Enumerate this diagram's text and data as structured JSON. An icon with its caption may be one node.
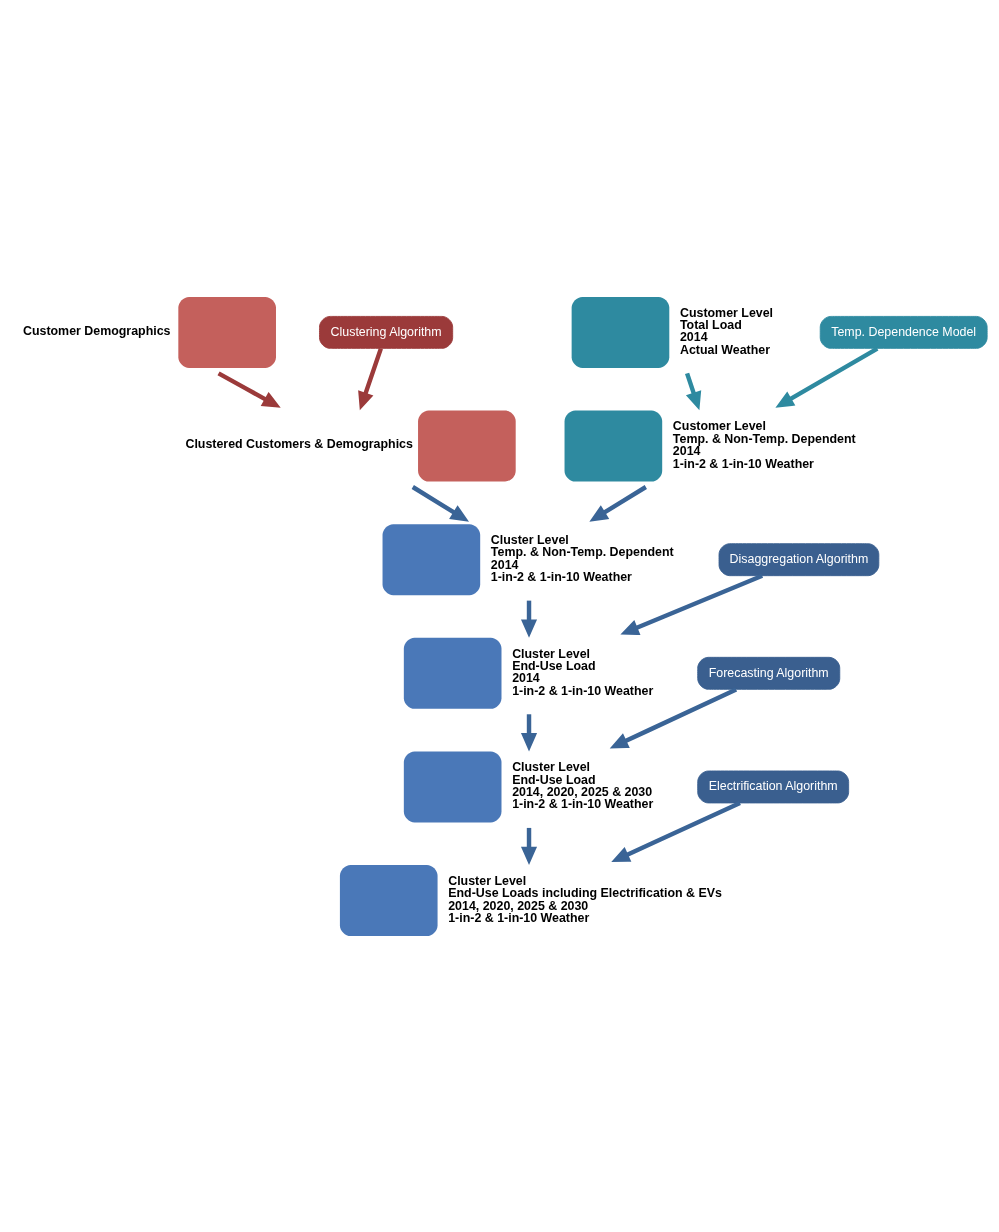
{
  "diagram": {
    "nodes": [
      {
        "text": [],
        "shape": "box",
        "beside": [
          "Customer Demographics"
        ]
      },
      {
        "text": [
          "Clustering Algorithm"
        ]
      },
      {
        "text": [],
        "shape": "box",
        "beside": [
          "Clustered Customers & Demographics"
        ]
      },
      {
        "text": [],
        "shape": "box",
        "beside": [
          "Customer Level",
          "Total Load",
          "2014",
          "Actual Weather"
        ]
      },
      {
        "text": [
          "Temp. Dependence Model"
        ]
      },
      {
        "text": [],
        "shape": "box",
        "beside": [
          "Customer Level",
          "Temp. & Non-Temp. Dependent",
          "2014",
          "1-in-2 & 1-in-10 Weather"
        ]
      },
      {
        "text": [],
        "shape": "box",
        "beside": [
          "Cluster Level",
          "Temp. & Non-Temp. Dependent",
          "2014",
          "1-in-2 & 1-in-10 Weather"
        ]
      },
      {
        "text": [
          "Disaggregation Algorithm"
        ]
      },
      {
        "text": [],
        "shape": "box",
        "beside": [
          "Cluster Level",
          "End-Use Load",
          "2014",
          "1-in-2 & 1-in-10 Weather"
        ]
      },
      {
        "text": [
          "Forecasting Algorithm"
        ]
      },
      {
        "text": [],
        "shape": "box",
        "beside": [
          "Cluster Level",
          "End-Use Load",
          "2014, 2020, 2025 & 2030",
          "1-in-2 & 1-in-10 Weather"
        ]
      },
      {
        "text": [
          "Electrification Algorithm"
        ]
      },
      {
        "text": [],
        "shape": "box",
        "beside": [
          "Cluster Level",
          "End-Use Loads including Electrification & EVs",
          "2014, 2020, 2025 & 2030",
          "1-in-2 & 1-in-10 Weather"
        ]
      }
    ],
    "edges": [
      {
        "from": 0,
        "to": 2,
        "arrow": "to",
        "color": "#9b3a3a"
      },
      {
        "from": 1,
        "to": 2,
        "arrow": "to",
        "color": "#9b3a3a"
      },
      {
        "from": 3,
        "to": 5,
        "arrow": "to",
        "color": "#2e8aa0"
      },
      {
        "from": 4,
        "to": 5,
        "arrow": "to",
        "color": "#2e8aa0"
      },
      {
        "from": 2,
        "to": 6,
        "arrow": "to"
      },
      {
        "from": 5,
        "to": 6,
        "arrow": "to"
      },
      {
        "from": 6,
        "to": 8,
        "arrow": "to"
      },
      {
        "from": 7,
        "to": 8,
        "arrow": "to"
      },
      {
        "from": 8,
        "to": 10,
        "arrow": "to"
      },
      {
        "from": 9,
        "to": 10,
        "arrow": "to"
      },
      {
        "from": 10,
        "to": 12,
        "arrow": "to"
      },
      {
        "from": 11,
        "to": 12,
        "arrow": "to"
      }
    ]
  }
}
